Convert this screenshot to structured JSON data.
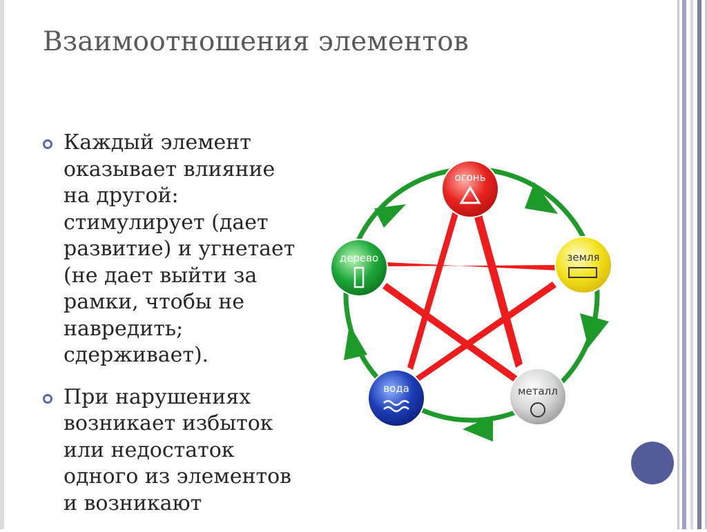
{
  "slide": {
    "title": "Взаимоотношения элементов",
    "bullets": [
      {
        "text": "Каждый элемент\nоказывает влияние\nна другой:\nстимулирует (дает\nразвитие) и угнетает\n(не дает выйти за\nрамки, чтобы не\nнавредить;\nсдерживает)."
      },
      {
        "text": "При нарушениях\nвозникает избыток\nили недостаток\nодного из элементов\nи возникают"
      }
    ]
  },
  "diagram": {
    "nodes": [
      {
        "id": "fire",
        "label": "огонь",
        "symbol": "triangle",
        "color": "#e8231f"
      },
      {
        "id": "earth",
        "label": "земля",
        "symbol": "rectangle",
        "color": "#f4e31c"
      },
      {
        "id": "metal",
        "label": "металл",
        "symbol": "circle",
        "color": "#b9b9b9"
      },
      {
        "id": "water",
        "label": "вода",
        "symbol": "waves",
        "color": "#1d3fb8"
      },
      {
        "id": "wood",
        "label": "дерево",
        "symbol": "rectangle-vertical",
        "color": "#1fa83a"
      }
    ],
    "generating_color": "#1e9a2a",
    "controlling_color": "#ee1c1c"
  },
  "theme": {
    "accent": "#535c98",
    "stripe_colors": [
      "#c9c9d9",
      "#9fa2c2",
      "#d7d7e2",
      "#7a7ea8"
    ]
  }
}
